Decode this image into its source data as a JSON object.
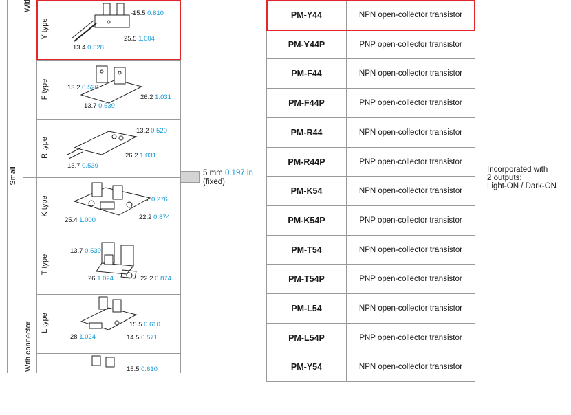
{
  "side_labels": {
    "size": "Small",
    "with_top": "With c",
    "with_connector": "With connector"
  },
  "types": [
    {
      "label": "Y type",
      "dims": [
        [
          "15.5",
          "0.610"
        ],
        [
          "25.5",
          "1.004"
        ],
        [
          "13.4",
          "0.528"
        ]
      ]
    },
    {
      "label": "F type",
      "dims": [
        [
          "13.2",
          "0.520"
        ],
        [
          "26.2",
          "1.031"
        ],
        [
          "13.7",
          "0.539"
        ]
      ]
    },
    {
      "label": "R type",
      "dims": [
        [
          "13.2",
          "0.520"
        ],
        [
          "26.2",
          "1.031"
        ],
        [
          "13.7",
          "0.539"
        ]
      ]
    },
    {
      "label": "K type",
      "dims": [
        [
          "7",
          "0.276"
        ],
        [
          "25.4",
          "1.000"
        ],
        [
          "22.2",
          "0.874"
        ]
      ]
    },
    {
      "label": "T type",
      "dims": [
        [
          "13.7",
          "0.539"
        ],
        [
          "26",
          "1.024"
        ],
        [
          "22.2",
          "0.874"
        ]
      ]
    },
    {
      "label": "L type",
      "dims": [
        [
          "15.5",
          "0.610"
        ],
        [
          "28",
          "1.024"
        ],
        [
          "14.5",
          "0.571"
        ]
      ]
    },
    {
      "label": "",
      "dims": [
        [
          "15.5",
          "0.610"
        ]
      ]
    }
  ],
  "sensing_range": {
    "mm": "5 mm",
    "inch": "0.197 in",
    "note": "(fixed)"
  },
  "models": [
    {
      "name": "PM-Y44",
      "output": "NPN open-collector transistor"
    },
    {
      "name": "PM-Y44P",
      "output": "PNP open-collector transistor"
    },
    {
      "name": "PM-F44",
      "output": "NPN open-collector transistor"
    },
    {
      "name": "PM-F44P",
      "output": "PNP open-collector transistor"
    },
    {
      "name": "PM-R44",
      "output": "NPN open-collector transistor"
    },
    {
      "name": "PM-R44P",
      "output": "PNP open-collector transistor"
    },
    {
      "name": "PM-K54",
      "output": "NPN open-collector transistor"
    },
    {
      "name": "PM-K54P",
      "output": "PNP open-collector transistor"
    },
    {
      "name": "PM-T54",
      "output": "NPN open-collector transistor"
    },
    {
      "name": "PM-T54P",
      "output": "PNP open-collector transistor"
    },
    {
      "name": "PM-L54",
      "output": "NPN open-collector transistor"
    },
    {
      "name": "PM-L54P",
      "output": "PNP open-collector transistor"
    },
    {
      "name": "PM-Y54",
      "output": "NPN open-collector transistor"
    }
  ],
  "output_note": [
    "Incorporated with",
    "2 outputs:",
    "Light-ON / Dark-ON"
  ],
  "colors": {
    "highlight": "#e3262b",
    "inch_blue": "#1a9ad6",
    "grid": "#9a9a9a"
  }
}
